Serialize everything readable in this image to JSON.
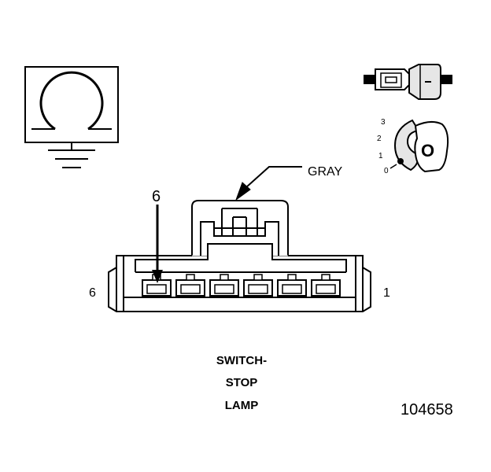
{
  "wire_color_label": "GRAY",
  "terminal_callout": "6",
  "cavity_left_number": "6",
  "cavity_right_number": "1",
  "key_positions": [
    "3",
    "2",
    "1",
    "0"
  ],
  "key_letter": "O",
  "component_name_lines": [
    "SWITCH-",
    "STOP",
    "LAMP"
  ],
  "figure_number": "104658",
  "colors": {
    "ink": "#000000",
    "background": "#ffffff",
    "shading": "#e6e6e6"
  }
}
